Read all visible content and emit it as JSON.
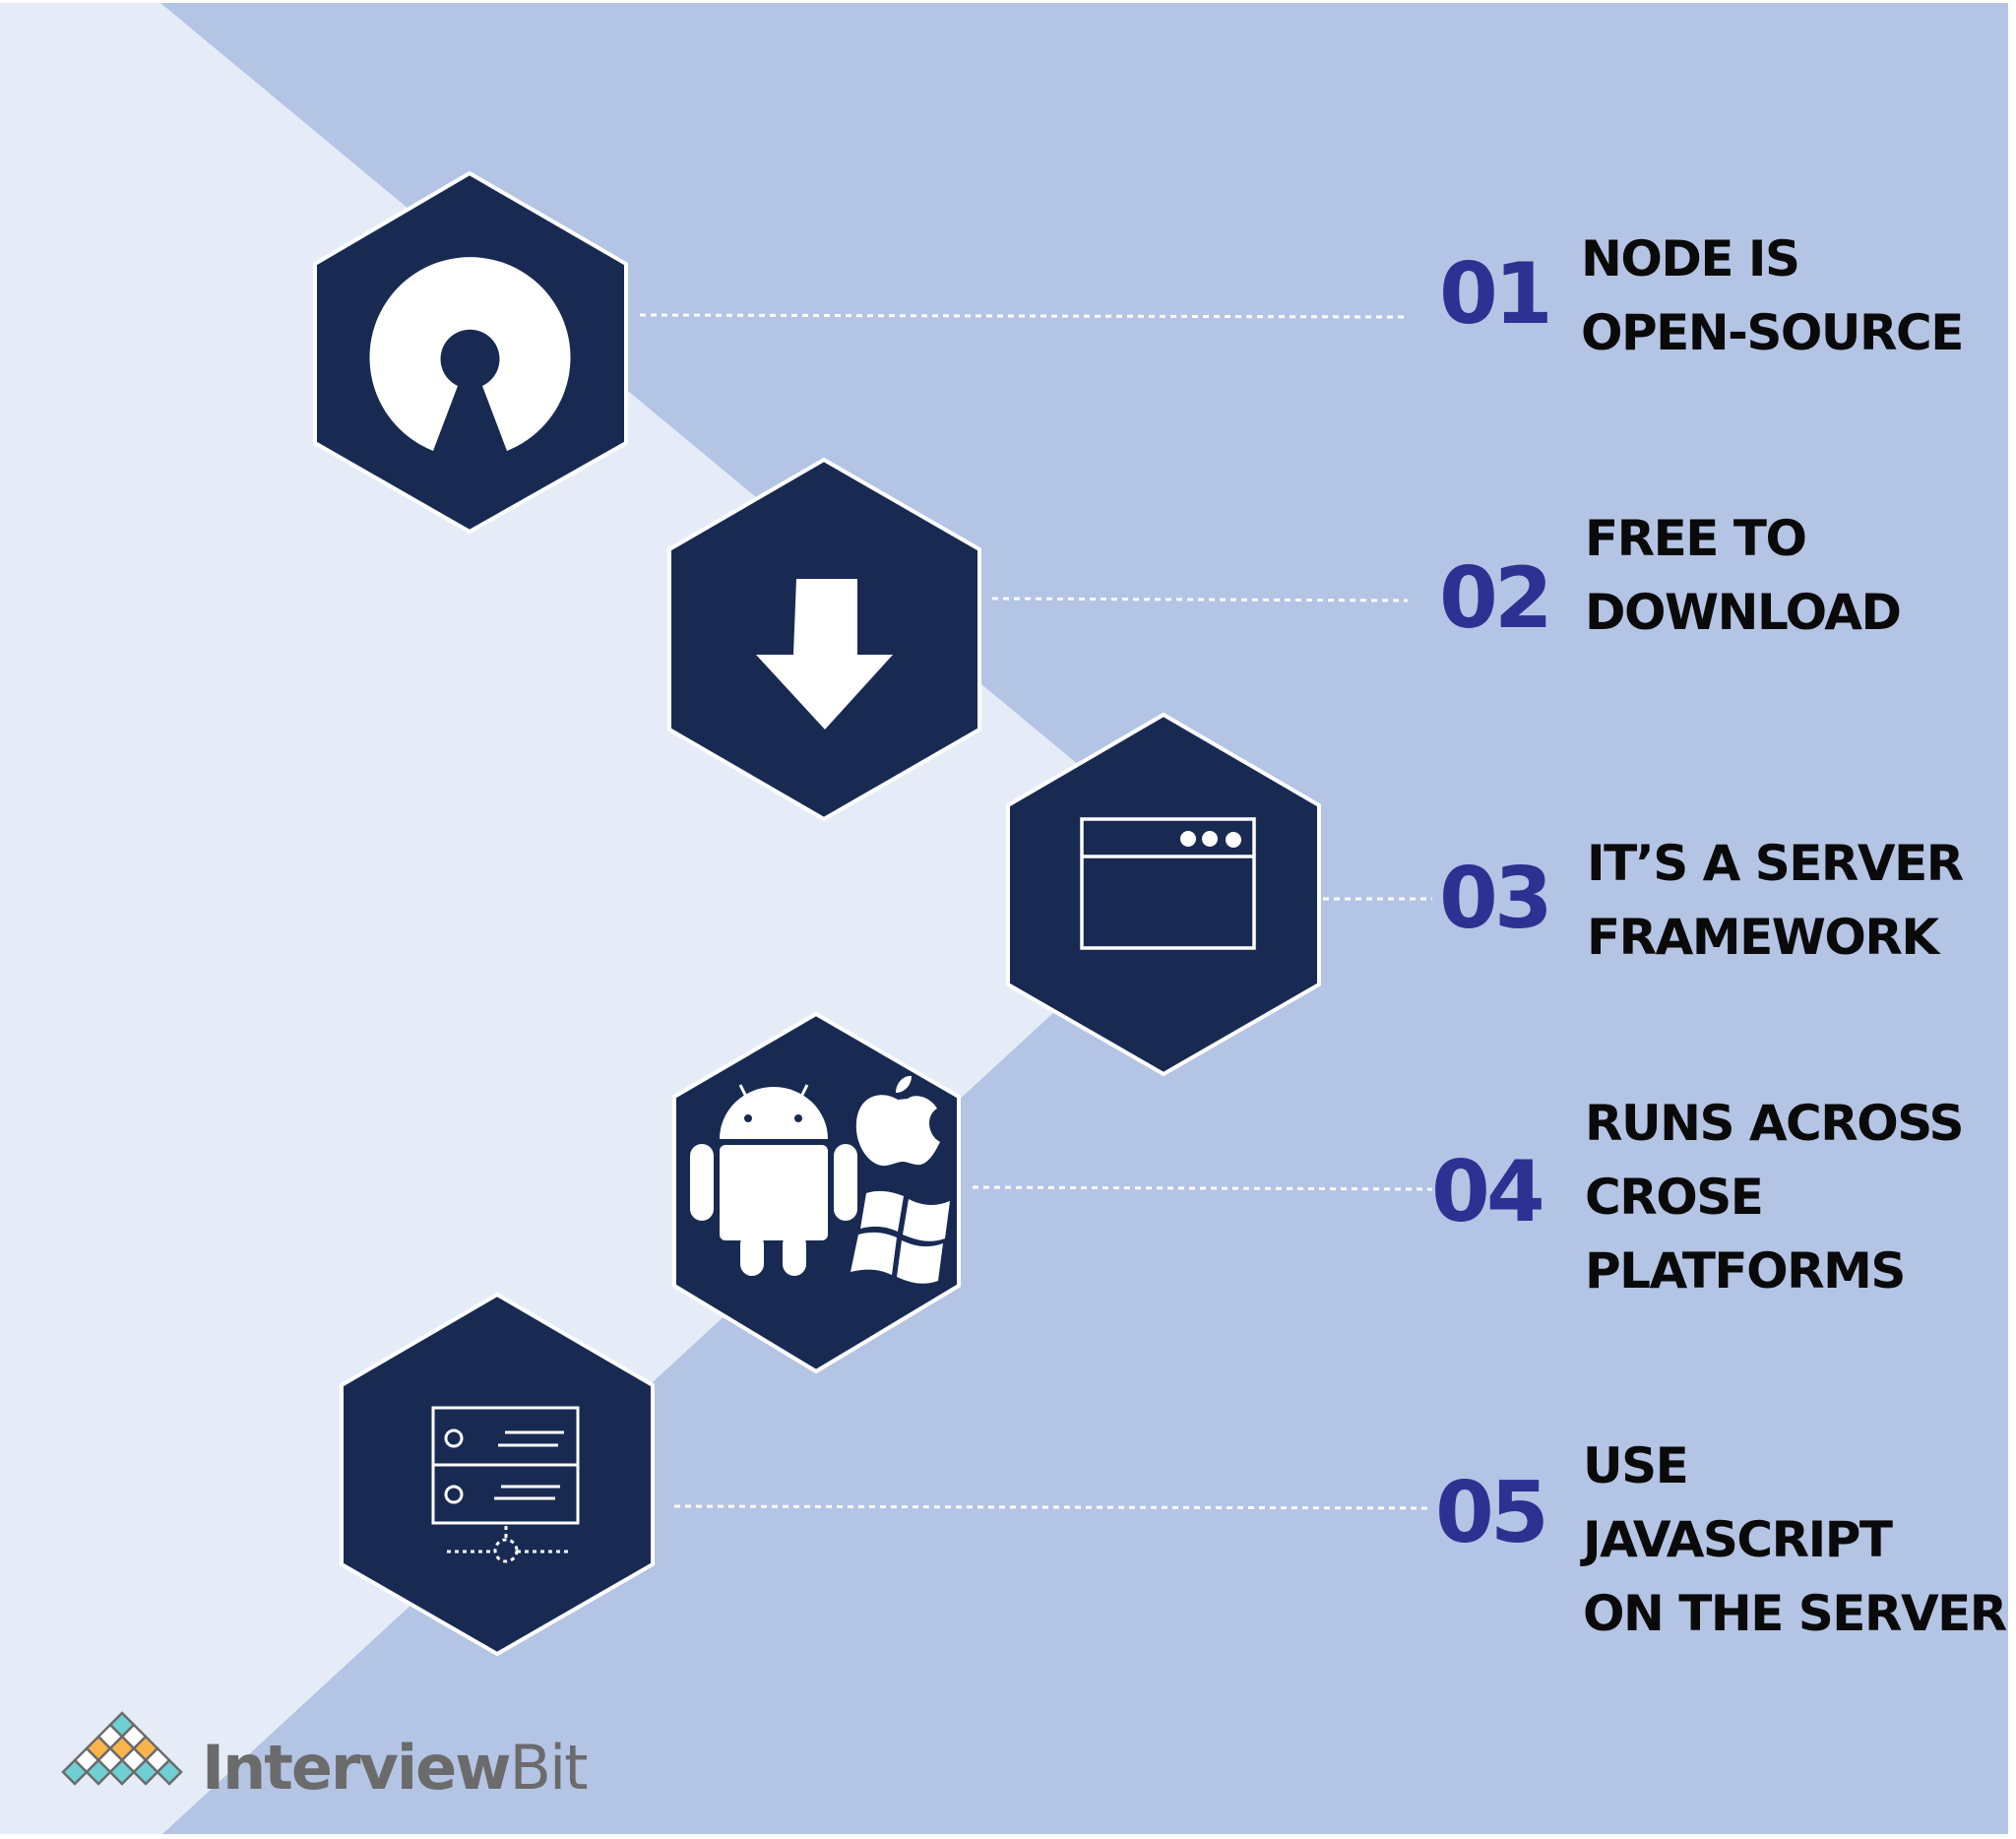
{
  "colors": {
    "background_light": "#e6ecf7",
    "background_blue": "#b4c4e4",
    "hexagon_fill": "#192a52",
    "hexagon_border": "#ffffff",
    "number_color": "#2e3192",
    "text_color": "#0a0a0a",
    "brand_text": "#6b6b6b",
    "brand_teal": "#6fcfd4",
    "brand_orange": "#fbb44a"
  },
  "features": [
    {
      "number": "01",
      "icon": "open-source-keyhole-icon",
      "lines": [
        "NODE IS",
        "OPEN-SOURCE"
      ]
    },
    {
      "number": "02",
      "icon": "download-arrow-icon",
      "lines": [
        "FREE TO",
        "DOWNLOAD"
      ]
    },
    {
      "number": "03",
      "icon": "browser-window-icon",
      "lines": [
        "IT’S A SERVER",
        "FRAMEWORK"
      ]
    },
    {
      "number": "04",
      "icon": "cross-platform-icon",
      "lines": [
        "RUNS ACROSS",
        "CROSE",
        "PLATFORMS"
      ]
    },
    {
      "number": "05",
      "icon": "server-network-icon",
      "lines": [
        "USE",
        "JAVASCRIPT",
        "ON THE SERVER"
      ]
    }
  ],
  "brand": {
    "name_bold": "Interview",
    "name_light": "Bit",
    "logo_icon": "interviewbit-pyramid-logo"
  }
}
